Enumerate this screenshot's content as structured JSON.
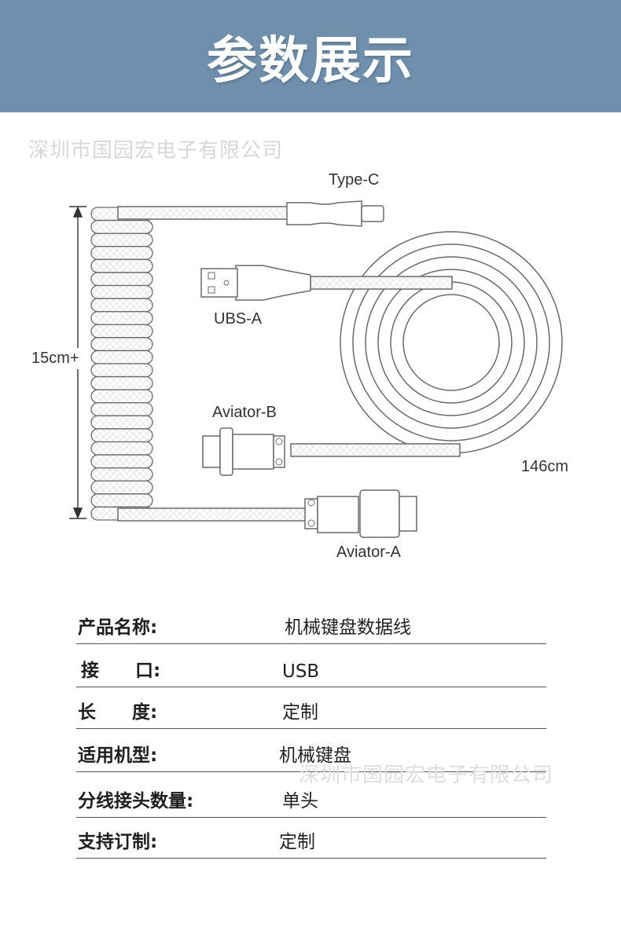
{
  "banner": {
    "title": "参数展示"
  },
  "watermark": {
    "text": "深圳市国园宏电子有限公司"
  },
  "diagram": {
    "labels": {
      "type_c": "Type-C",
      "usb_a": "UBS-A",
      "aviator_b": "Aviator-B",
      "aviator_a": "Aviator-A",
      "coil_length": "15cm+",
      "cable_length": "146cm"
    }
  },
  "specs": [
    {
      "label": "产品名称:",
      "value": "机械键盘数据线"
    },
    {
      "label": "接　　口:",
      "value": "USB"
    },
    {
      "label": "长　　度:",
      "value": "定制"
    },
    {
      "label": "适用机型:",
      "value": "机械键盘"
    },
    {
      "label": "分线接头数量:",
      "value": "单头"
    },
    {
      "label": "支持订制:",
      "value": "定制"
    }
  ],
  "colors": {
    "banner": "#6f8fac",
    "line": "#555555",
    "cable_outline": "#6a6a6a"
  }
}
